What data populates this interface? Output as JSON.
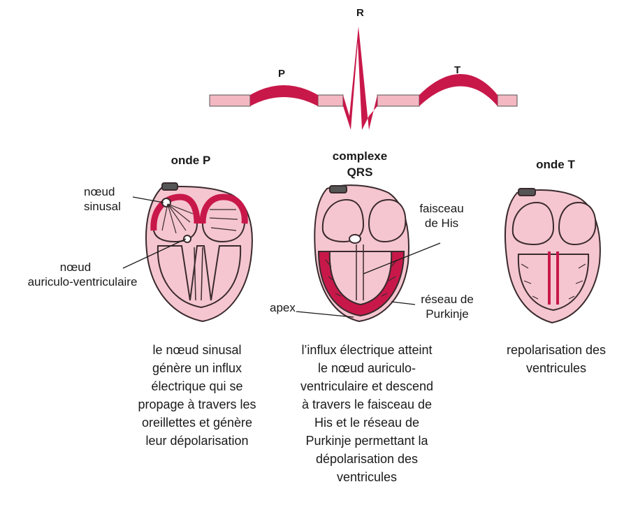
{
  "ecg": {
    "r_label": "R",
    "p_label": "P",
    "t_label": "T"
  },
  "columns": {
    "p": {
      "title": "onde P",
      "labels": {
        "sinus_line1": "nœud",
        "sinus_line2": "sinusal",
        "av_line1": "nœud",
        "av_line2": "auriculo-ventriculaire"
      },
      "caption": [
        "le nœud sinusal",
        "génère un influx",
        "électrique qui se",
        "propage à travers les",
        "oreillettes et génère",
        "leur dépolarisation"
      ]
    },
    "qrs": {
      "title_line1": "complexe",
      "title_line2": "QRS",
      "labels": {
        "his_line1": "faisceau",
        "his_line2": "de His",
        "purkinje_line1": "réseau de",
        "purkinje_line2": "Purkinje",
        "apex": "apex"
      },
      "caption": [
        "l’influx électrique atteint",
        "le nœud auriculo-",
        "ventriculaire et descend",
        "à travers le faisceau de",
        "His et le réseau de",
        "Purkinje permettant la",
        "dépolarisation des",
        "ventricules"
      ]
    },
    "t": {
      "title": "onde T",
      "caption": [
        "repolarisation des",
        "ventricules"
      ]
    }
  },
  "colors": {
    "light_pink": "#f3b8c2",
    "tissue_pink": "#f5c6cf",
    "crimson": "#c8184a",
    "outline": "#3a2a2e"
  }
}
